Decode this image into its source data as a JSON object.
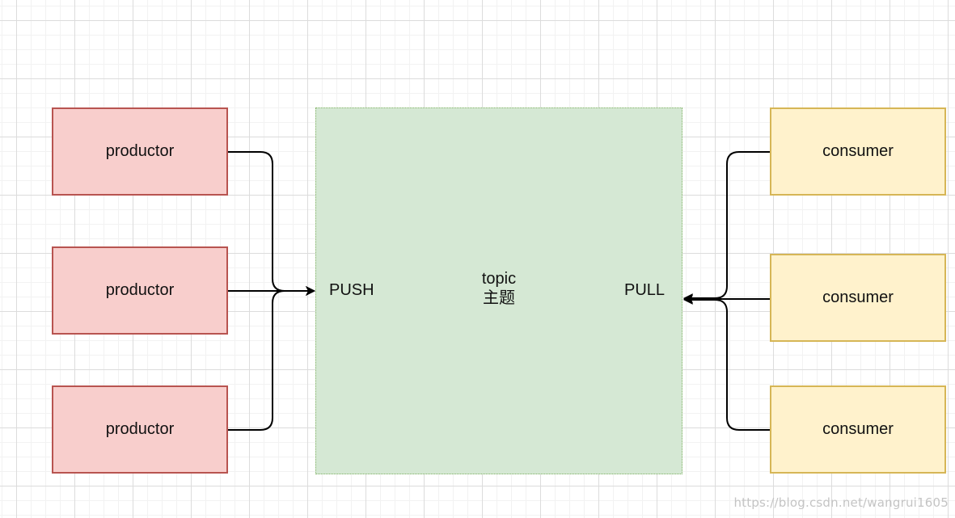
{
  "diagram": {
    "producers": [
      {
        "label": "productor"
      },
      {
        "label": "productor"
      },
      {
        "label": "productor"
      }
    ],
    "topic": {
      "line1": "topic",
      "line2": "主题",
      "push_label": "PUSH",
      "pull_label": "PULL"
    },
    "consumers": [
      {
        "label": "consumer"
      },
      {
        "label": "consumer"
      },
      {
        "label": "consumer"
      }
    ],
    "watermark": "https://blog.csdn.net/wangrui1605",
    "colors": {
      "producer_fill": "#f8cecc",
      "producer_border": "#b85450",
      "topic_fill": "#d5e8d4",
      "topic_border": "#82b366",
      "consumer_fill": "#fff2cc",
      "consumer_border": "#d6b656",
      "edge": "#000000"
    }
  }
}
